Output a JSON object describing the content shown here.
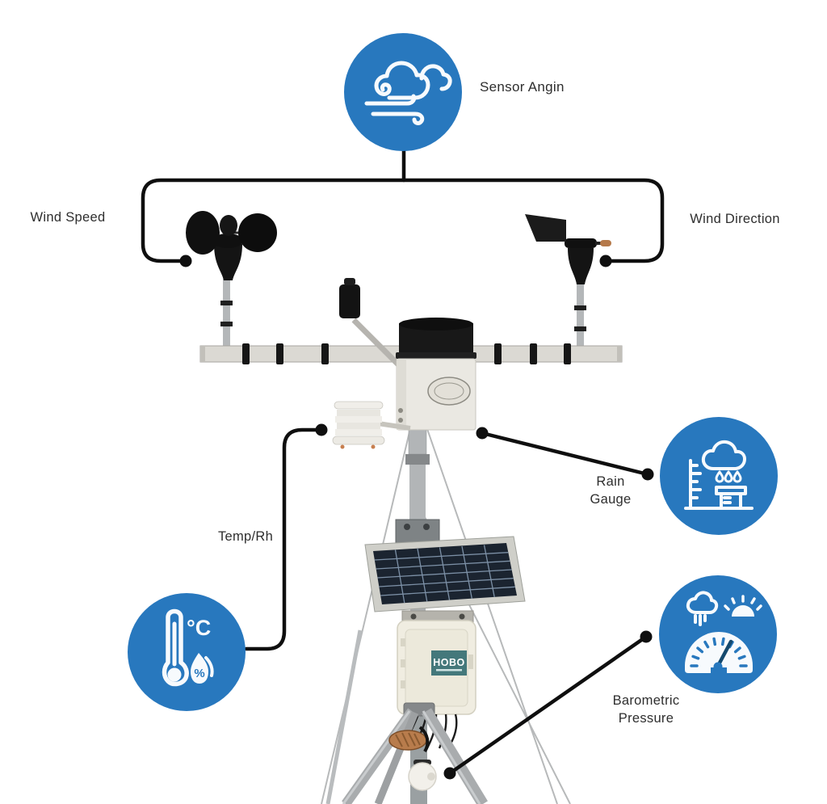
{
  "colors": {
    "background": "#ffffff",
    "accent": "#2878be",
    "line": "#0f0f0f",
    "text": "#2e2e2e",
    "icon_stroke": "#f7fafd",
    "logger_label_bg": "#44787b",
    "needle": "#14496e"
  },
  "labels": {
    "sensor_angin": "Sensor Angin",
    "wind_speed": "Wind Speed",
    "wind_direction": "Wind Direction",
    "temp_rh": "Temp/Rh",
    "rain_gauge": [
      "Rain",
      "Gauge"
    ],
    "barometric": [
      "Barometric",
      "Pressure"
    ]
  },
  "icon_names": {
    "top": "wind-clouds-icon",
    "rain": "rain-gauge-icon",
    "temp": "thermometer-humidity-icon",
    "baro": "barometer-icon"
  },
  "temp_icon": {
    "degree": "°C",
    "percent": "%"
  },
  "photo": {
    "logger_label": "HOBO"
  }
}
